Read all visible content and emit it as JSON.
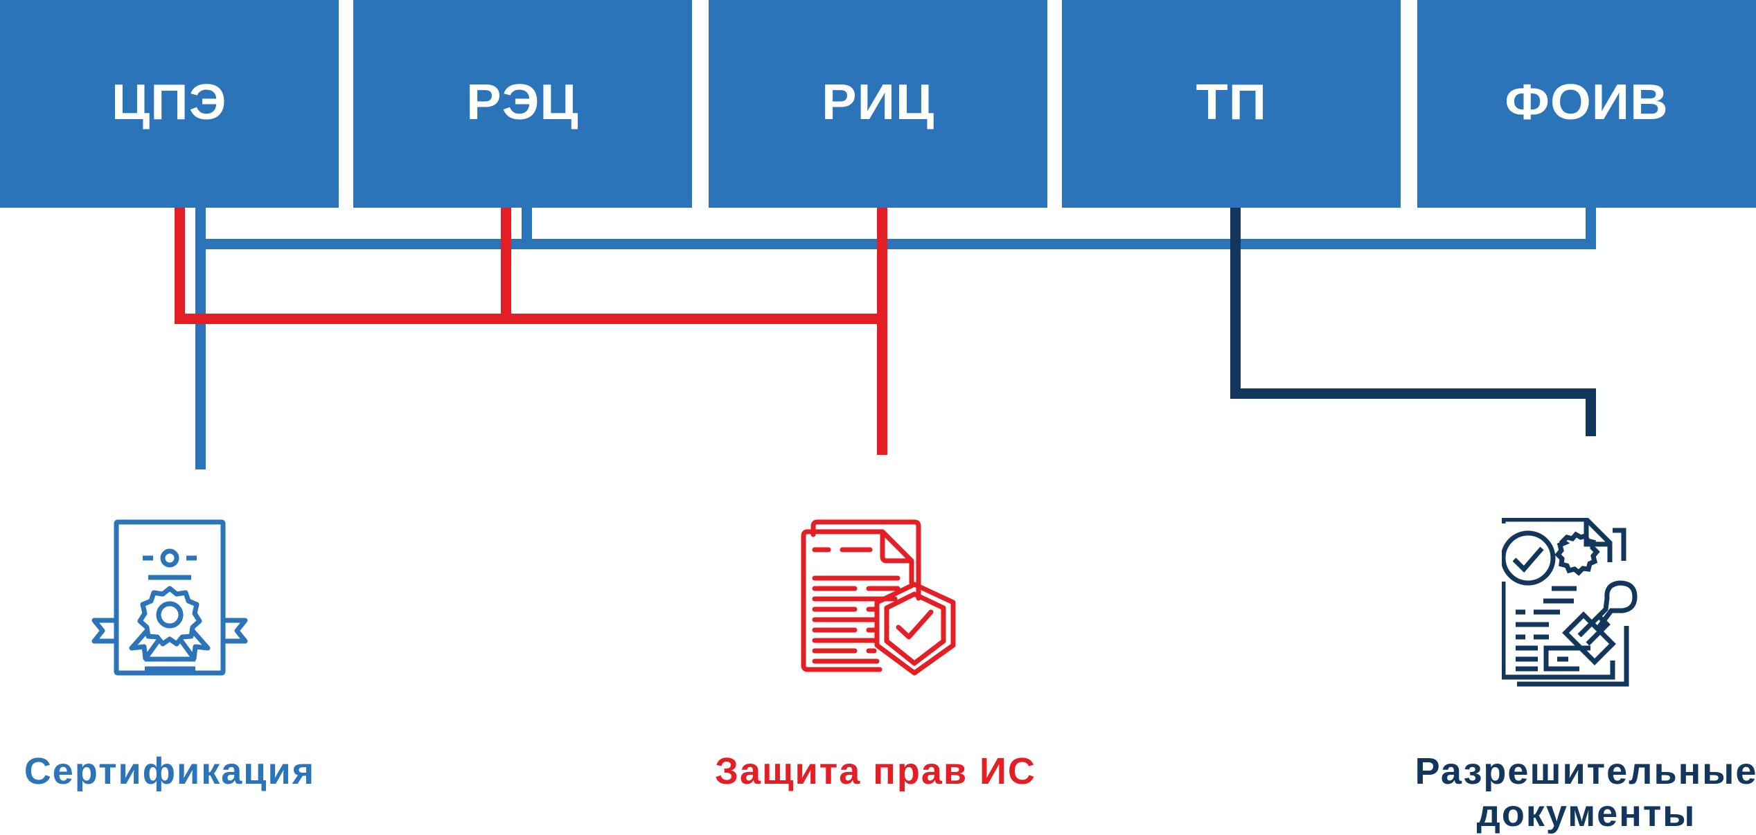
{
  "colors": {
    "box_blue": "#2b74ba",
    "red": "#e31e25",
    "navy": "#12365c"
  },
  "boxes": [
    {
      "label": "ЦПЭ"
    },
    {
      "label": "РЭЦ"
    },
    {
      "label": "РИЦ"
    },
    {
      "label": "ТП"
    },
    {
      "label": "ФОИВ"
    }
  ],
  "outcomes": [
    {
      "label": "Сертификация",
      "icon": "certificate-icon",
      "connected_from": [
        "ЦПЭ",
        "РЭЦ",
        "ФОИВ"
      ]
    },
    {
      "label": "Защита прав ИС",
      "icon": "document-shield-icon",
      "connected_from": [
        "ЦПЭ",
        "РЭЦ",
        "РИЦ"
      ]
    },
    {
      "label_line1": "Разрешительные",
      "label_line2": "документы",
      "icon": "document-stamp-icon",
      "connected_from": [
        "ТП"
      ]
    }
  ]
}
